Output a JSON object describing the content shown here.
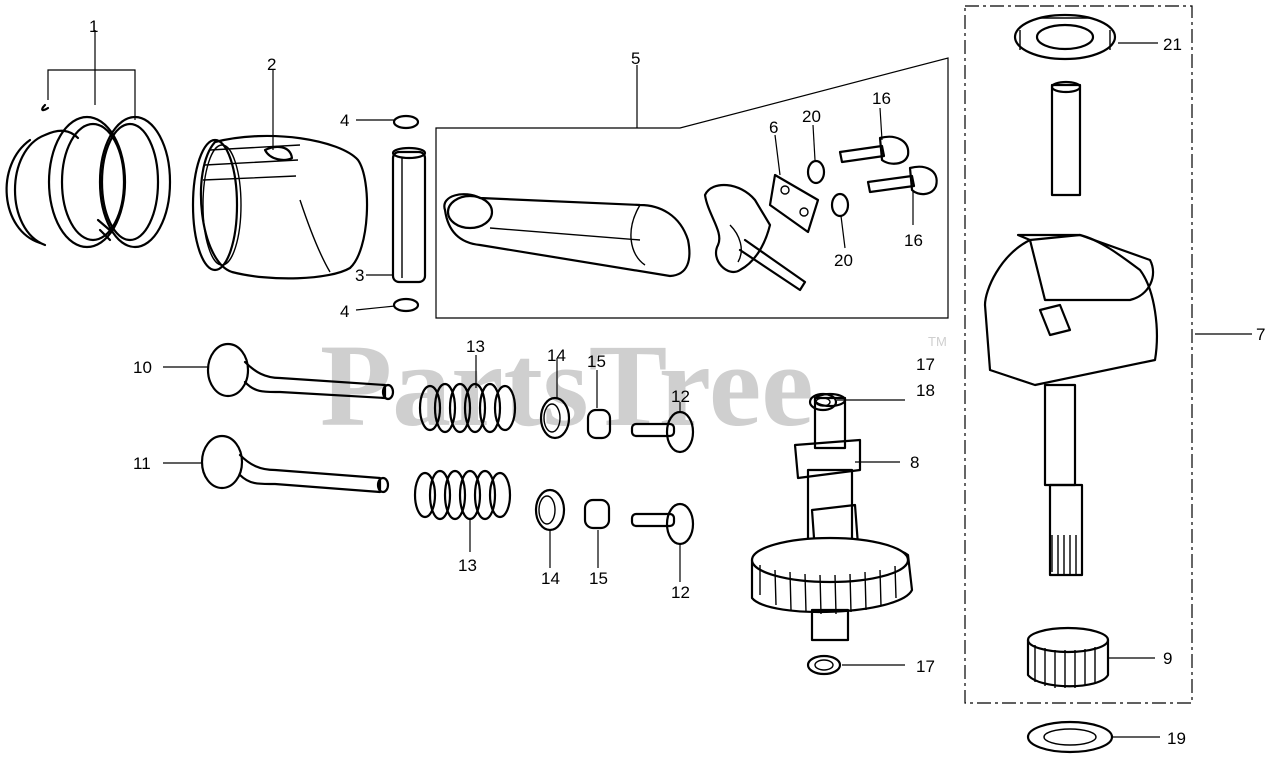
{
  "watermark": {
    "text": "PartsTree",
    "trademark": "TM"
  },
  "callouts": [
    "1",
    "2",
    "3",
    "4",
    "4",
    "5",
    "6",
    "7",
    "8",
    "9",
    "10",
    "11",
    "12",
    "12",
    "13",
    "13",
    "14",
    "14",
    "15",
    "15",
    "16",
    "16",
    "17",
    "17",
    "18",
    "19",
    "20",
    "20",
    "21"
  ]
}
